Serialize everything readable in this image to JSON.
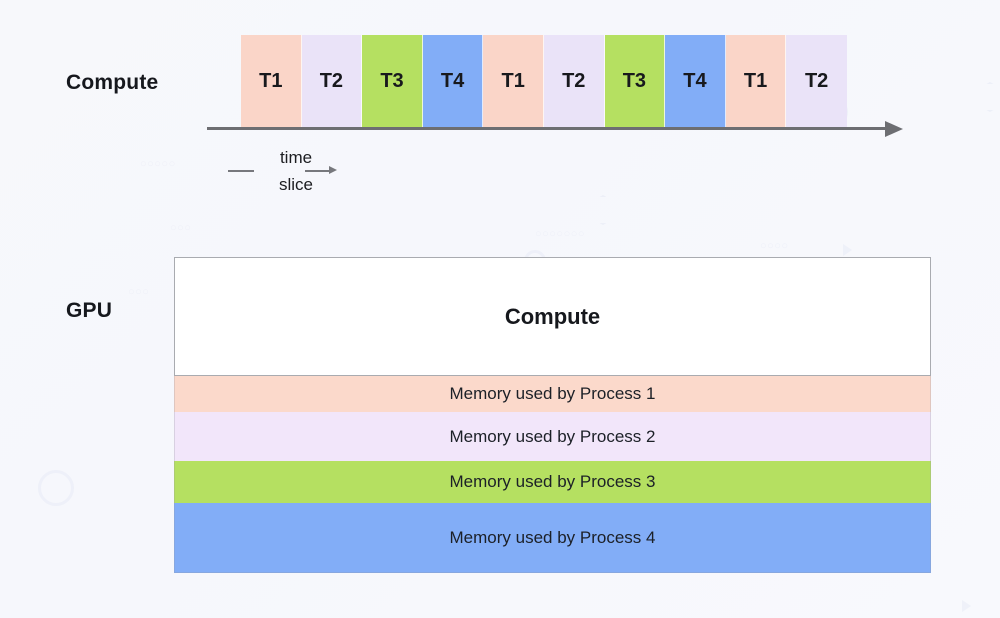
{
  "rows": {
    "compute_label": "Compute",
    "gpu_label": "GPU"
  },
  "timeline": {
    "slots": [
      {
        "label": "T1",
        "color": "#fad5c8"
      },
      {
        "label": "T2",
        "color": "#eae3f8"
      },
      {
        "label": "T3",
        "color": "#b5e061"
      },
      {
        "label": "T4",
        "color": "#82adf7"
      },
      {
        "label": "T1",
        "color": "#fad5c8"
      },
      {
        "label": "T2",
        "color": "#eae3f8"
      },
      {
        "label": "T3",
        "color": "#b5e061"
      },
      {
        "label": "T4",
        "color": "#82adf7"
      },
      {
        "label": "T1",
        "color": "#fad5c8"
      },
      {
        "label": "T2",
        "color": "#eae3f8"
      }
    ],
    "axis_color": "#6d6e72",
    "annotation_line1": "time",
    "annotation_line2": "slice"
  },
  "gpu": {
    "compute_label": "Compute",
    "compute_bg": "#ffffff",
    "memory_bands": [
      {
        "label": "Memory used by Process 1",
        "color": "#fbd9cb",
        "height": 36
      },
      {
        "label": "Memory used by Process 2",
        "color": "#f2e6fa",
        "height": 49
      },
      {
        "label": "Memory used by Process 3",
        "color": "#b5e061",
        "height": 42
      },
      {
        "label": "Memory used by Process 4",
        "color": "#82adf7",
        "height": 70
      }
    ]
  },
  "background": {
    "color": "#f7f8fc",
    "watermarks": [
      "○○○○○",
      "○○○",
      "○○○○○○○",
      "○○○○"
    ]
  }
}
